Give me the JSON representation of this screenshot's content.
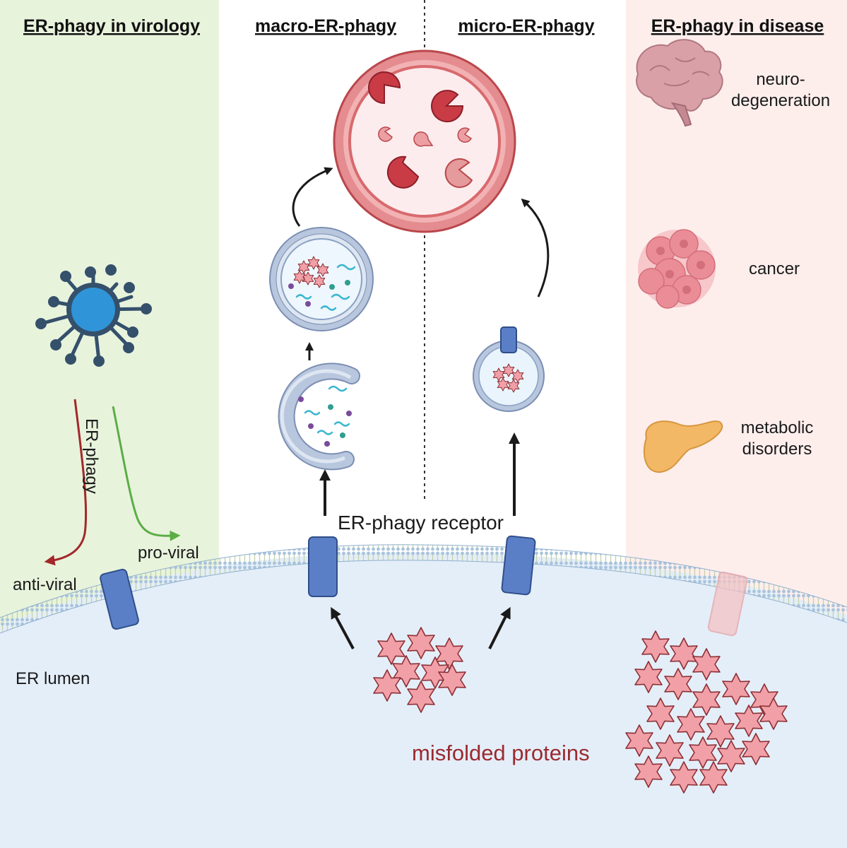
{
  "sections": {
    "virology": "ER-phagy in virology",
    "macro": "macro-ER-phagy",
    "micro": "micro-ER-phagy",
    "disease": "ER-phagy in disease"
  },
  "virology": {
    "er_phagy": "ER-phagy",
    "anti_viral": "anti-viral",
    "pro_viral": "pro-viral"
  },
  "labels": {
    "receptor": "ER-phagy receptor",
    "er_lumen": "ER lumen",
    "misfolded": "misfolded proteins"
  },
  "disease": {
    "neuro_line1": "neuro-",
    "neuro_line2": "degeneration",
    "cancer": "cancer",
    "metabolic_line1": "metabolic",
    "metabolic_line2": "disorders"
  },
  "colors": {
    "virology_panel": "#e8f3dc",
    "disease_panel": "#fdeeec",
    "lumen": "#e4eef8",
    "receptor": "#5b7fc7",
    "lysosome": "#d86a6e",
    "protein": "#f2a0a8",
    "anti_viral_arrow": "#a3282b",
    "pro_viral_arrow": "#5aae45",
    "misfolded_text": "#9b2a2f"
  }
}
